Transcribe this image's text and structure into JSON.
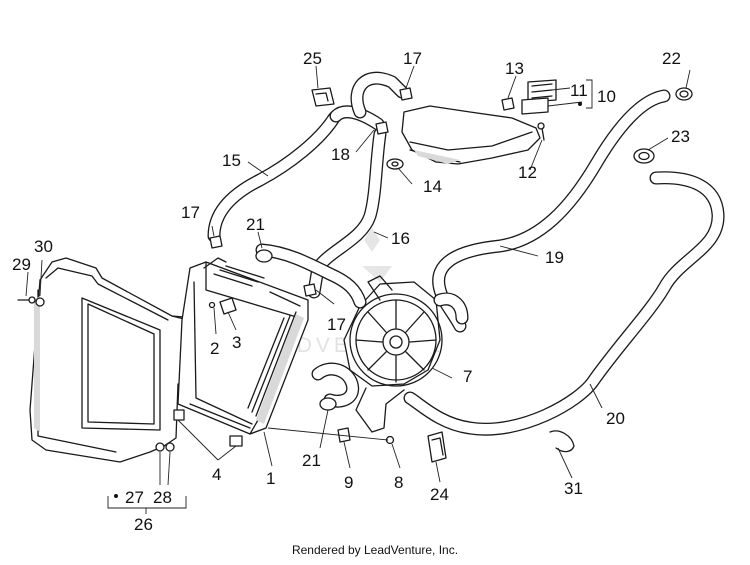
{
  "diagram": {
    "watermark": "LEADVENTURE",
    "footer": "Rendered by LeadVenture, Inc.",
    "callouts": {
      "c1": "1",
      "c2": "2",
      "c3": "3",
      "c4": "4",
      "c7": "7",
      "c8": "8",
      "c9": "9",
      "c10": "10",
      "c11": "11",
      "c12": "12",
      "c13": "13",
      "c14": "14",
      "c15": "15",
      "c16": "16",
      "c17a": "17",
      "c17b": "17",
      "c17c": "17",
      "c18": "18",
      "c19": "19",
      "c20": "20",
      "c21a": "21",
      "c21b": "21",
      "c22": "22",
      "c23": "23",
      "c24": "24",
      "c25": "25",
      "c26": "26",
      "c27": "27",
      "c28": "28",
      "c29": "29",
      "c30": "30",
      "c31": "31"
    }
  }
}
